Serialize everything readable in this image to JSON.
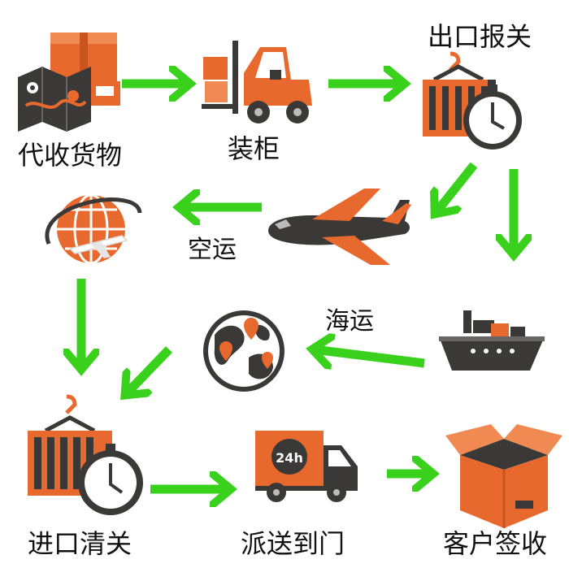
{
  "steps": {
    "collect": "代收货物",
    "load": "装柜",
    "export": "出口报关",
    "air": "空运",
    "sea": "海运",
    "import": "进口清关",
    "deliver": "派送到门",
    "receive": "客户签收"
  },
  "truck_badge": "24h",
  "colors": {
    "arrow": "#39d11c",
    "orange": "#e8692d",
    "dark": "#3b3838"
  }
}
